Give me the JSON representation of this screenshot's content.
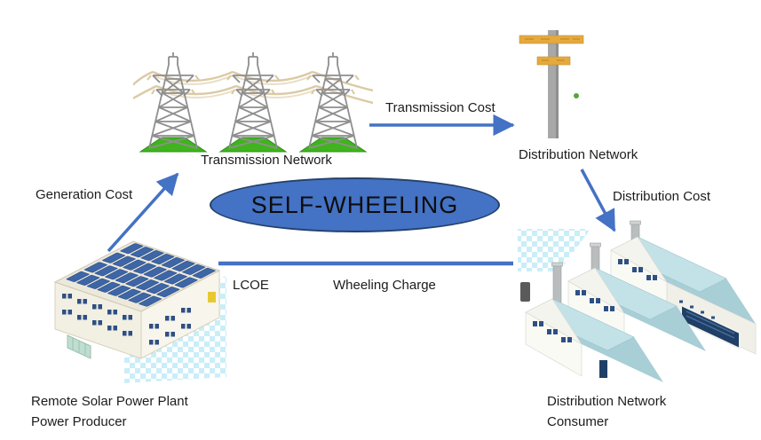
{
  "diagram": {
    "title": "SELF-WHEELING",
    "nodes": {
      "transmission_network": {
        "label": "Transmission Network",
        "icon": "transmission-towers-icon"
      },
      "distribution_network": {
        "label": "Distribution Network",
        "icon": "utility-pole-icon"
      },
      "power_producer": {
        "label_line1": "Remote Solar Power Plant",
        "label_line2": "Power Producer",
        "icon": "solar-plant-icon"
      },
      "consumer": {
        "label_line1": "Distribution Network",
        "label_line2": "Consumer",
        "icon": "factory-icon"
      }
    },
    "edges": {
      "generation_cost": {
        "label": "Generation Cost",
        "from": "power_producer",
        "to": "transmission_network"
      },
      "transmission_cost": {
        "label": "Transmission Cost",
        "from": "transmission_network",
        "to": "distribution_network"
      },
      "distribution_cost": {
        "label": "Distribution Cost",
        "from": "distribution_network",
        "to": "consumer"
      },
      "self_wheeling_line": {
        "label_left": "LCOE",
        "label_right": "Wheeling Charge",
        "from": "power_producer",
        "to": "consumer"
      }
    },
    "colors": {
      "arrow_blue": "#4472C4",
      "ellipse_fill": "#4472C4",
      "ellipse_border": "#24416b",
      "text": "#1c1c1c",
      "grass_green": "#3fb41c",
      "tower_gray": "#8f8f8f",
      "wire_tan": "#d9c7a0",
      "pole_gray": "#a8a8a8",
      "crossbar_orange": "#e5a93d",
      "solar_panel_blue": "#3d66a8",
      "factory_roof_teal": "#c3e2e8",
      "window_navy": "#2f4f84",
      "shadow_checker": "#c9eef8"
    }
  }
}
